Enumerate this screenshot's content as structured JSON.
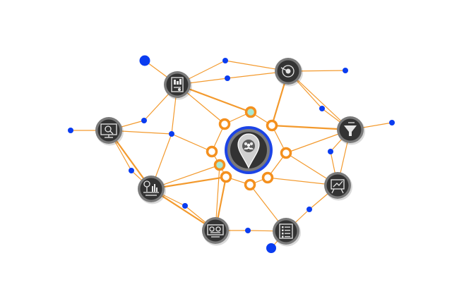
{
  "colors": {
    "background": "#ffffff",
    "edge": "#f39a2e",
    "blue_dot": "#0a3cf0",
    "ring_orange": "#f4901e",
    "ring_mint": "#a8e8d2",
    "node_outer": "#7a7a7a",
    "node_inner": "#333333",
    "hub_border": "#1c44e6",
    "icon_light": "#e6e6e6"
  },
  "hub": {
    "icon": "location-pin-people-icon"
  },
  "nodes": [
    {
      "id": "n1",
      "icon": "document-report-icon"
    },
    {
      "id": "n2",
      "icon": "target-icon"
    },
    {
      "id": "n3",
      "icon": "monitor-search-icon"
    },
    {
      "id": "n4",
      "icon": "presentation-funnel-icon"
    },
    {
      "id": "n5",
      "icon": "desk-chart-icon"
    },
    {
      "id": "n6",
      "icon": "presentation-board-icon"
    },
    {
      "id": "n7",
      "icon": "monitor-dashboard-icon"
    },
    {
      "id": "n8",
      "icon": "checklist-report-icon"
    }
  ]
}
